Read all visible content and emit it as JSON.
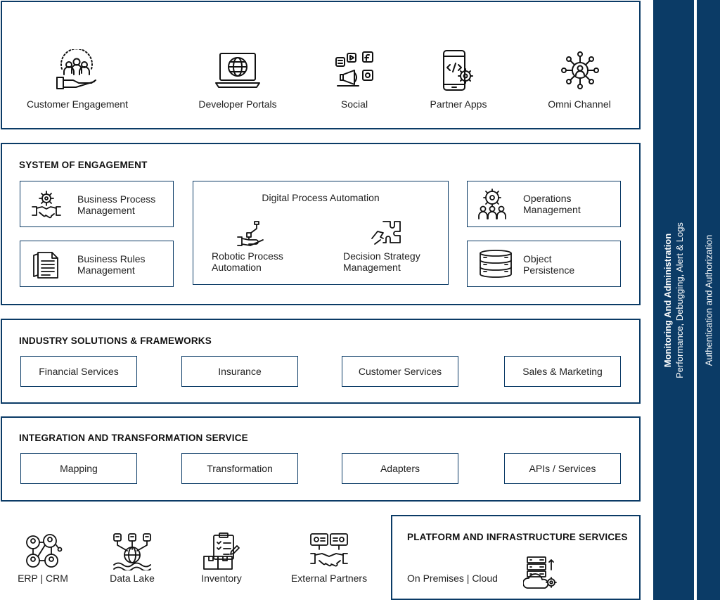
{
  "channels": [
    {
      "label": "Customer Engagement",
      "icon": "customer-engagement-icon"
    },
    {
      "label": "Developer Portals",
      "icon": "laptop-globe-icon"
    },
    {
      "label": "Social",
      "icon": "social-media-icon"
    },
    {
      "label": "Partner Apps",
      "icon": "mobile-app-icon"
    },
    {
      "label": "Omni Channel",
      "icon": "omni-channel-icon"
    }
  ],
  "engagement": {
    "title": "SYSTEM OF ENGAGEMENT",
    "bpm": {
      "line1": "Business Process",
      "line2": "Management"
    },
    "brm": {
      "line1": "Business Rules",
      "line2": "Management"
    },
    "dpa": {
      "title": "Digital Process Automation",
      "rpa": {
        "line1": "Robotic Process",
        "line2": "Automation"
      },
      "dsm": {
        "line1": "Decision Strategy",
        "line2": "Management"
      }
    },
    "ops": {
      "line1": "Operations",
      "line2": "Management"
    },
    "obj": {
      "line1": "Object",
      "line2": "Persistence"
    }
  },
  "industry": {
    "title": "INDUSTRY SOLUTIONS & FRAMEWORKS",
    "items": [
      "Financial Services",
      "Insurance",
      "Customer Services",
      "Sales & Marketing"
    ]
  },
  "integration": {
    "title": "INTEGRATION AND TRANSFORMATION SERVICE",
    "items": [
      "Mapping",
      "Transformation",
      "Adapters",
      "APIs / Services"
    ]
  },
  "sources": [
    {
      "label": "ERP | CRM",
      "icon": "network-people-icon"
    },
    {
      "label": "Data Lake",
      "icon": "data-lake-icon"
    },
    {
      "label": "Inventory",
      "icon": "inventory-icon"
    },
    {
      "label": "External Partners",
      "icon": "handshake-partners-icon"
    }
  ],
  "platform": {
    "title": "PLATFORM AND INFRASTRUCTURE SERVICES",
    "label": "On Premises | Cloud"
  },
  "sidebar": {
    "monitoring_title": "Monitoring And Administration",
    "monitoring_sub": "Performance, Debugging, Alert & Logs",
    "auth": "Authentication and Authorization"
  },
  "colors": {
    "accent": "#0b3b66"
  }
}
